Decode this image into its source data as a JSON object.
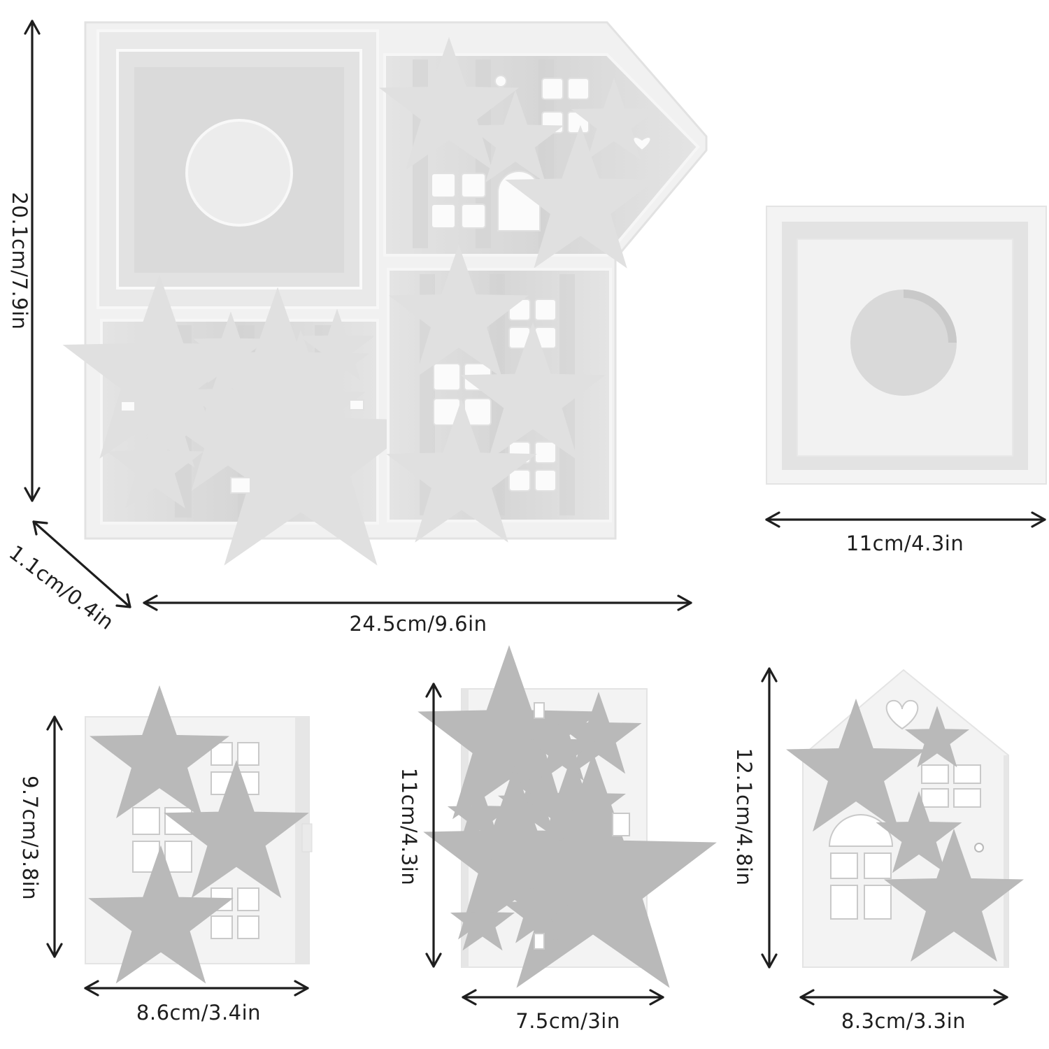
{
  "dimensions": {
    "mold_height": "20.1cm/7.9in",
    "mold_depth": "1.1cm/0.4in",
    "mold_width": "24.5cm/9.6in",
    "base_width": "11cm/4.3in",
    "side_wall_height": "9.7cm/3.8in",
    "side_wall_width": "8.6cm/3.4in",
    "star_wall_height": "11cm/4.3in",
    "star_wall_width": "7.5cm/3in",
    "gable_wall_height": "12.1cm/4.8in",
    "gable_wall_width": "8.3cm/3.3in"
  },
  "colors": {
    "silicone": "#f1f1f1",
    "arrow": "#1e1e1e",
    "background": "#ffffff"
  }
}
